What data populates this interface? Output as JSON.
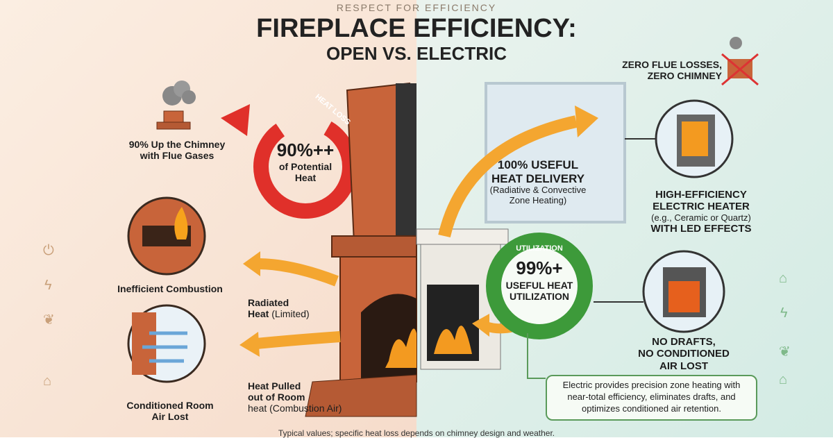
{
  "header": {
    "kicker": "RESPECT FOR EFFICIENCY",
    "title": "FIREPLACE EFFICIENCY:",
    "subtitle": "OPEN VS. ELECTRIC"
  },
  "open": {
    "chimney_label": [
      "90% Up the Chimney",
      "with Flue Gases"
    ],
    "ring_label": "HEAT LOSS",
    "ring_value": "90%++",
    "ring_caption": [
      "of Potential",
      "Heat"
    ],
    "combustion_label": "Inefficient Combustion",
    "radiated_title": [
      "Radiated",
      "Heat"
    ],
    "radiated_note": "(Limited)",
    "pulled_title": [
      "Heat Pulled",
      "out of Room"
    ],
    "pulled_note": "heat (Combustion Air)",
    "air_lost_label": [
      "Conditioned Room",
      "Air Lost"
    ]
  },
  "electric": {
    "zero_label": [
      "ZERO FLUE LOSSES,",
      "ZERO CHIMNEY"
    ],
    "delivery_title": [
      "100% USEFUL",
      "HEAT DELIVERY"
    ],
    "delivery_note": [
      "(Radiative & Convective",
      "Zone Heating)"
    ],
    "heater_title": [
      "HIGH-EFFICIENCY",
      "ELECTRIC HEATER"
    ],
    "heater_note": "(e.g., Ceramic or Quartz)",
    "heater_extra": "WITH LED EFFECTS",
    "ring_label": "UTILIZATION",
    "ring_value": "99%+",
    "ring_caption": [
      "USEFUL HEAT",
      "UTILIZATION"
    ],
    "drafts_label": [
      "NO DRAFTS,",
      "NO CONDITIONED",
      "AIR LOST"
    ],
    "callout": "Electric provides precision zone heating with near-total efficiency, eliminates drafts, and optimizes conditioned air retention."
  },
  "footnote": "Typical values; specific heat loss depends on chimney design and weather.",
  "side_icons_left": [
    "plug-icon",
    "lightning-icon",
    "leaf-icon",
    "home-icon"
  ],
  "side_icons_right": [
    "home-icon",
    "lightning-icon",
    "sprout-icon",
    "home-icon"
  ],
  "colors": {
    "loss_red": "#e0302a",
    "heat_orange": "#f4a630",
    "green": "#3d9a3a",
    "brick": "#c8643a"
  }
}
